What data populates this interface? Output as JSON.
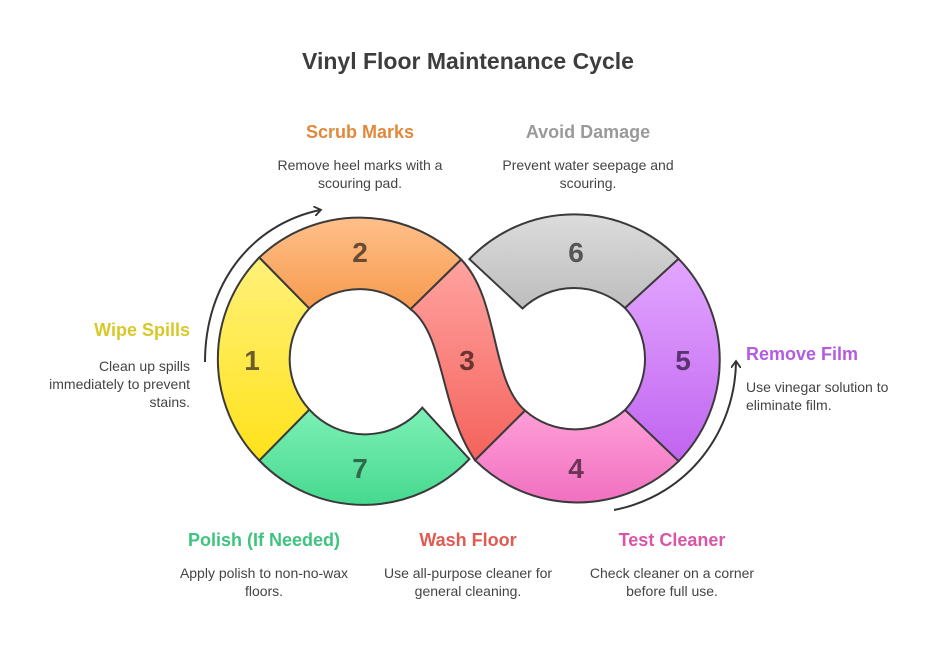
{
  "title": "Vinyl Floor Maintenance Cycle",
  "colors": {
    "yellow": "#f5e23a",
    "orange": "#f5a25e",
    "red": "#f07e7a",
    "pink": "#f27fc8",
    "purple": "#c97ef2",
    "gray": "#c4c4c4",
    "green": "#63dea0"
  },
  "steps": [
    {
      "number": "1",
      "label": "Wipe Spills",
      "description": "Clean up spills immediately to prevent stains.",
      "color": "#d8c92a"
    },
    {
      "number": "2",
      "label": "Scrub Marks",
      "description": "Remove heel marks with a scouring pad.",
      "color": "#e0893c"
    },
    {
      "number": "3",
      "label": "Wash Floor",
      "description": "Use all-purpose cleaner for general cleaning.",
      "color": "#e05a52"
    },
    {
      "number": "4",
      "label": "Test Cleaner",
      "description": "Check cleaner on a corner before full use.",
      "color": "#d955a8"
    },
    {
      "number": "5",
      "label": "Remove Film",
      "description": "Use vinegar solution to eliminate film.",
      "color": "#b45ce0"
    },
    {
      "number": "6",
      "label": "Avoid Damage",
      "description": "Prevent water seepage and scouring.",
      "color": "#9a9a9a"
    },
    {
      "number": "7",
      "label": "Polish (If Needed)",
      "description": "Apply polish to non-no-wax floors.",
      "color": "#3fc47f"
    }
  ]
}
